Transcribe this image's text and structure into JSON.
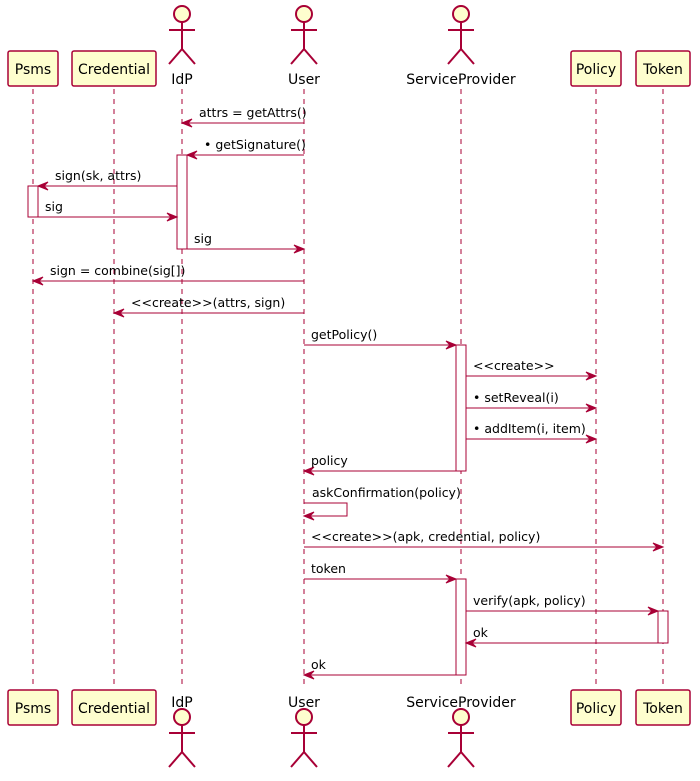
{
  "colors": {
    "stroke": "#A80036",
    "box_fill": "#FEFECE",
    "text": "#000000"
  },
  "participants": [
    {
      "id": "psms",
      "name": "Psms",
      "kind": "box"
    },
    {
      "id": "credential",
      "name": "Credential",
      "kind": "box"
    },
    {
      "id": "idp",
      "name": "IdP",
      "kind": "actor"
    },
    {
      "id": "user",
      "name": "User",
      "kind": "actor"
    },
    {
      "id": "sp",
      "name": "ServiceProvider",
      "kind": "actor"
    },
    {
      "id": "policy",
      "name": "Policy",
      "kind": "box"
    },
    {
      "id": "token",
      "name": "Token",
      "kind": "box"
    }
  ],
  "messages": [
    {
      "from": "user",
      "to": "idp",
      "label": "attrs = getAttrs()"
    },
    {
      "from": "user",
      "to": "idp",
      "label": "• getSignature()"
    },
    {
      "from": "idp",
      "to": "psms",
      "label": "sign(sk, attrs)"
    },
    {
      "from": "psms",
      "to": "idp",
      "label": "sig"
    },
    {
      "from": "idp",
      "to": "user",
      "label": "sig"
    },
    {
      "from": "user",
      "to": "psms",
      "label": "sign = combine(sig[])"
    },
    {
      "from": "user",
      "to": "credential",
      "label": "<<create>>(attrs, sign)"
    },
    {
      "from": "user",
      "to": "sp",
      "label": "getPolicy()"
    },
    {
      "from": "sp",
      "to": "policy",
      "label": "<<create>>"
    },
    {
      "from": "sp",
      "to": "policy",
      "label": "• setReveal(i)"
    },
    {
      "from": "sp",
      "to": "policy",
      "label": "• addItem(i, item)"
    },
    {
      "from": "sp",
      "to": "user",
      "label": "policy"
    },
    {
      "from": "user",
      "to": "user",
      "label": "askConfirmation(policy)"
    },
    {
      "from": "user",
      "to": "token",
      "label": "<<create>>(apk, credential, policy)"
    },
    {
      "from": "user",
      "to": "sp",
      "label": "token"
    },
    {
      "from": "sp",
      "to": "token",
      "label": "verify(apk, policy)"
    },
    {
      "from": "token",
      "to": "sp",
      "label": "ok"
    },
    {
      "from": "sp",
      "to": "user",
      "label": "ok"
    }
  ]
}
